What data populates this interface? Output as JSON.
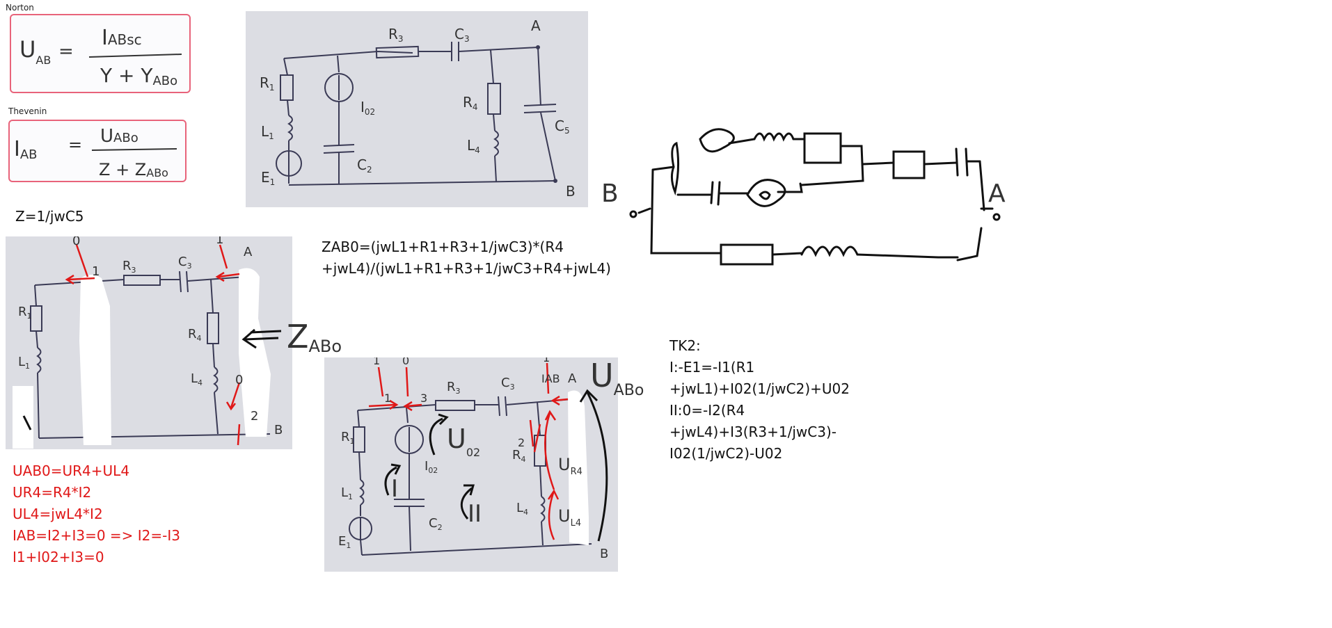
{
  "norton": {
    "label": "Norton",
    "lhs": "U",
    "lhs_sub": "AB",
    "numerator": "I",
    "numerator_sub": "ABsc",
    "denominator": "Y + Y",
    "denominator_sub": "ABo"
  },
  "thevenin": {
    "label": "Thevenin",
    "lhs": "I",
    "lhs_sub": "AB",
    "numerator": "U",
    "numerator_sub": "ABo",
    "denominator": "Z + Z",
    "denominator_sub": "ABo"
  },
  "circuit_labels": {
    "R1": "R",
    "R1_sub": "1",
    "L1": "L",
    "L1_sub": "1",
    "E1": "E",
    "E1_sub": "1",
    "I02": "I",
    "I02_sub": "02",
    "C2": "C",
    "C2_sub": "2",
    "R3": "R",
    "R3_sub": "3",
    "C3": "C",
    "C3_sub": "3",
    "R4": "R",
    "R4_sub": "4",
    "L4": "L",
    "L4_sub": "4",
    "C5": "C",
    "C5_sub": "5",
    "A": "A",
    "B": "B",
    "ZABo": "Z",
    "ZABo_sub": "ABo",
    "UABo": "U",
    "UABo_sub": "ABo",
    "U02": "U",
    "U02_sub": "02",
    "loop1": "I",
    "loop2": "II",
    "UR4": "U",
    "UR4_sub": "R4",
    "UL4": "U",
    "UL4_sub": "L4",
    "IAB": "IAB",
    "node1": "1",
    "node2": "2",
    "node3": "3",
    "node0": "0"
  },
  "z_formula": "Z=1/jwC5",
  "zab_formula": "ZAB0=(jwL1+R1+R3+1/jwC3)*(R4\n+jwL4)/(jwL1+R1+R3+1/jwC3+R4+jwL4)",
  "uab_equations": "UAB0=UR4+UL4\nUR4=R4*I2\nUL4=jwL4*I2\nIAB=I2+I3=0 => I2=-I3\nI1+I02+I3=0",
  "tk2_equations": "TK2:\nI:-E1=-I1(R1\n+jwL1)+I02(1/jwC2)+U02\nII:0=-I2(R4\n+jwL4)+I3(R3+1/jwC3)-\nI02(1/jwC2)-U02",
  "sketch": {
    "B": "B",
    "A": "A"
  }
}
